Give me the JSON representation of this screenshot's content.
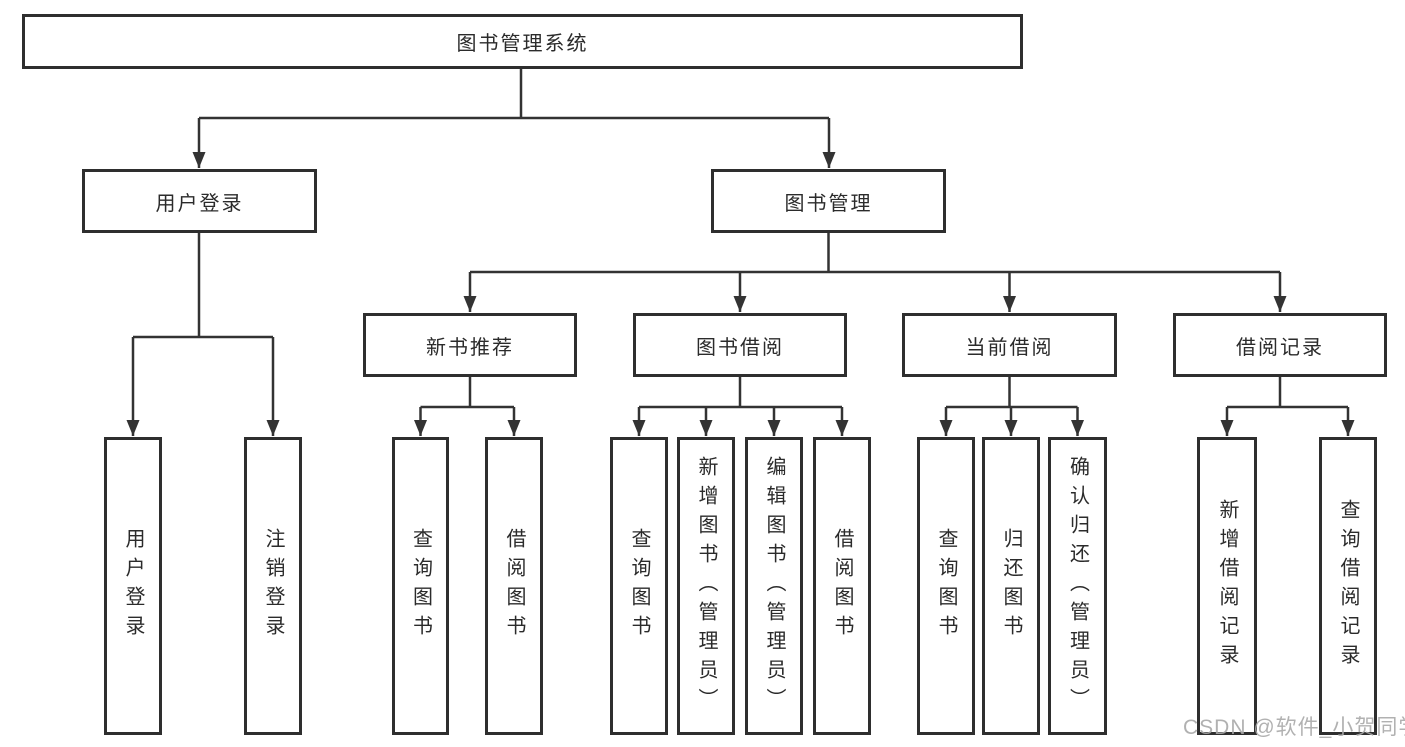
{
  "diagram": {
    "root": {
      "label": "图书管理系统"
    },
    "level2": [
      {
        "label": "用户登录"
      },
      {
        "label": "图书管理"
      }
    ],
    "level3": [
      {
        "label": "新书推荐",
        "parent": "图书管理"
      },
      {
        "label": "图书借阅",
        "parent": "图书管理"
      },
      {
        "label": "当前借阅",
        "parent": "图书管理"
      },
      {
        "label": "借阅记录",
        "parent": "图书管理"
      }
    ],
    "leaves": [
      {
        "label": "用户登录",
        "parent": "用户登录"
      },
      {
        "label": "注销登录",
        "parent": "用户登录"
      },
      {
        "label": "查询图书",
        "parent": "新书推荐"
      },
      {
        "label": "借阅图书",
        "parent": "新书推荐"
      },
      {
        "label": "查询图书",
        "parent": "图书借阅"
      },
      {
        "label": "新增图书（管理员）",
        "parent": "图书借阅"
      },
      {
        "label": "编辑图书（管理员）",
        "parent": "图书借阅"
      },
      {
        "label": "借阅图书",
        "parent": "图书借阅"
      },
      {
        "label": "查询图书",
        "parent": "当前借阅"
      },
      {
        "label": "归还图书",
        "parent": "当前借阅"
      },
      {
        "label": "确认归还（管理员）",
        "parent": "当前借阅"
      },
      {
        "label": "新增借阅记录",
        "parent": "借阅记录"
      },
      {
        "label": "查询借阅记录",
        "parent": "借阅记录"
      }
    ]
  },
  "watermark": "CSDN @软件_小贺同学",
  "colors": {
    "line": "#333333",
    "border": "#2e2e2e",
    "background": "#ffffff",
    "watermark": "#a9a9a9"
  }
}
